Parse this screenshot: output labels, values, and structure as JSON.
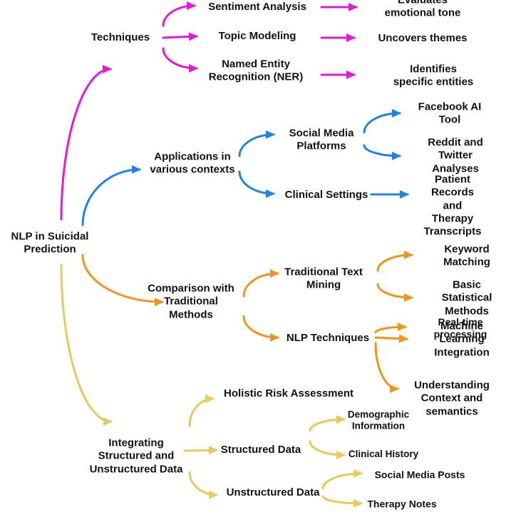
{
  "colors": {
    "techniques": "#e617d8",
    "applications": "#1c84e6",
    "comparison": "#f59317",
    "integrating": "#ebc85a"
  },
  "root": "NLP in Suicidal\nPrediction",
  "techniques": {
    "label": "Techniques",
    "items": [
      {
        "label": "Sentiment Analysis",
        "result": "Evaluates emotional tone"
      },
      {
        "label": "Topic Modeling",
        "result": "Uncovers themes"
      },
      {
        "label": "Named Entity\nRecognition (NER)",
        "result": "Identifies specific entities"
      }
    ]
  },
  "applications": {
    "label": "Applications in\nvarious contexts",
    "social_media": {
      "label": "Social Media\nPlatforms",
      "children": [
        "Facebook AI Tool",
        "Reddit and Twitter\nAnalyses"
      ]
    },
    "clinical": {
      "label": "Clinical Settings",
      "children": [
        "Patient Records\nand Therapy\nTranscripts"
      ]
    }
  },
  "comparison": {
    "label": "Comparison with\nTraditional\nMethods",
    "traditional": {
      "label": "Traditional Text\nMining",
      "children": [
        "Keyword Matching",
        "Basic Statistical\nMethods"
      ]
    },
    "nlp": {
      "label": "NLP Techniques",
      "children": [
        "Real-time processing",
        "Machine Learning\nIntegration",
        "Understanding\nContext and\nsemantics"
      ]
    }
  },
  "integrating": {
    "label": "Integrating\nStructured and\nUnstructured Data",
    "holistic": "Holistic Risk Assessment",
    "structured": {
      "label": "Structured Data",
      "children": [
        "Demographic\nInformation",
        "Clinical History"
      ]
    },
    "unstructured": {
      "label": "Unstructured Data",
      "children": [
        "Social Media Posts",
        "Therapy Notes"
      ]
    }
  }
}
